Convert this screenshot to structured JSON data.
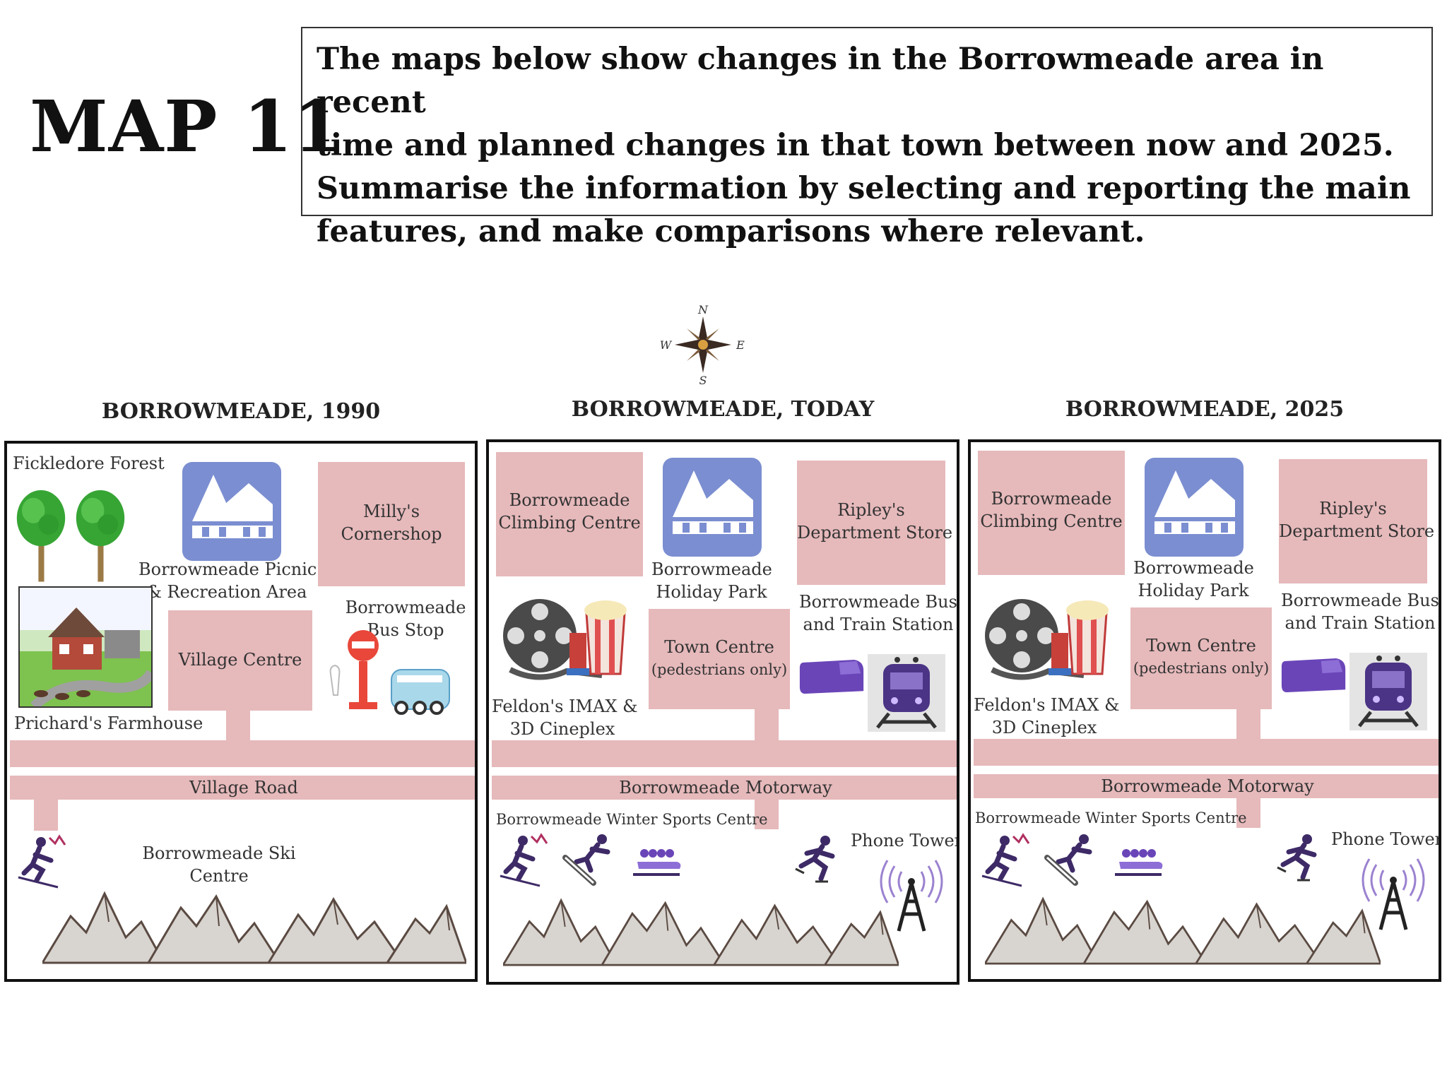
{
  "header": {
    "map_title": "MAP 11",
    "task_lines": [
      "The maps below show changes in the Borrowmeade area in recent",
      "time and planned changes in that town between now and 2025.",
      "Summarise the information by selecting and reporting the main",
      "features, and make comparisons where relevant."
    ]
  },
  "compass": {
    "n": "N",
    "s": "S",
    "e": "E",
    "w": "W"
  },
  "maps": {
    "m1990": {
      "heading": "BORROWMEADE, 1990",
      "forest": "Fickledore Forest",
      "picnic": [
        "Borrowmeade Picnic",
        "& Recreation Area"
      ],
      "shop": [
        "Milly's",
        "Cornershop"
      ],
      "bus_stop": [
        "Borrowmeade",
        "Bus Stop"
      ],
      "village_centre": "Village Centre",
      "farmhouse": "Prichard's Farmhouse",
      "road": "Village Road",
      "ski": [
        "Borrowmeade Ski",
        "Centre"
      ]
    },
    "today": {
      "heading": "BORROWMEADE, TODAY",
      "climbing": [
        "Borrowmeade",
        "Climbing Centre"
      ],
      "holiday": [
        "Borrowmeade",
        "Holiday Park"
      ],
      "store": [
        "Ripley's",
        "Department Store"
      ],
      "station": [
        "Borrowmeade Bus",
        "and Train Station"
      ],
      "town_centre": "Town Centre",
      "pedestrians": "(pedestrians only)",
      "cinema": [
        "Feldon's IMAX &",
        "3D Cineplex"
      ],
      "road": "Borrowmeade Motorway",
      "winter": "Borrowmeade Winter Sports Centre",
      "tower": "Phone Tower"
    },
    "m2025": {
      "heading": "BORROWMEADE, 2025",
      "climbing": [
        "Borrowmeade",
        "Climbing Centre"
      ],
      "holiday": [
        "Borrowmeade",
        "Holiday Park"
      ],
      "store": [
        "Ripley's",
        "Department Store"
      ],
      "station": [
        "Borrowmeade Bus",
        "and Train Station"
      ],
      "town_centre": "Town Centre",
      "pedestrians": "(pedestrians only)",
      "cinema": [
        "Feldon's IMAX &",
        "3D Cineplex"
      ],
      "road": "Borrowmeade Motorway",
      "winter": "Borrowmeade Winter Sports Centre",
      "tower": "Phone Tower"
    }
  },
  "colors": {
    "pink": "#e6b9bb",
    "house_blue": "#7b8ed1",
    "train_purple": "#5a3d9a",
    "bus_stop_red": "#e8473a",
    "bus_blue": "#a9d8ea",
    "tree_green": "#3da83a",
    "tower_purple": "#9b82d0"
  },
  "icons": [
    "compass-icon",
    "tree-icon",
    "holiday-house-icon",
    "farmhouse-icon",
    "bus-stop-icon",
    "bus-icon",
    "skier-icon",
    "mountains-icon",
    "film-reel-icon",
    "popcorn-icon",
    "train-icon",
    "snowboarder-icon",
    "bobsled-icon",
    "ice-skater-icon",
    "phone-tower-icon"
  ]
}
